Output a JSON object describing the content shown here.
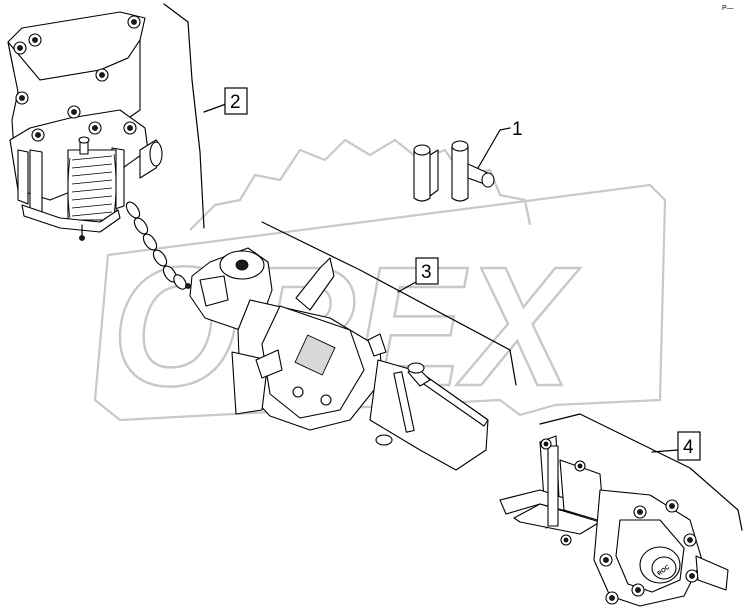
{
  "diagram": {
    "callouts": [
      {
        "id": "callout-1",
        "label": "1",
        "boxed": false
      },
      {
        "id": "callout-2",
        "label": "2",
        "boxed": true
      },
      {
        "id": "callout-3",
        "label": "3",
        "boxed": true
      },
      {
        "id": "callout-4",
        "label": "4",
        "boxed": true
      }
    ],
    "watermark": "OREX",
    "hub_marking": "ROC",
    "corner_mark": "P—"
  }
}
